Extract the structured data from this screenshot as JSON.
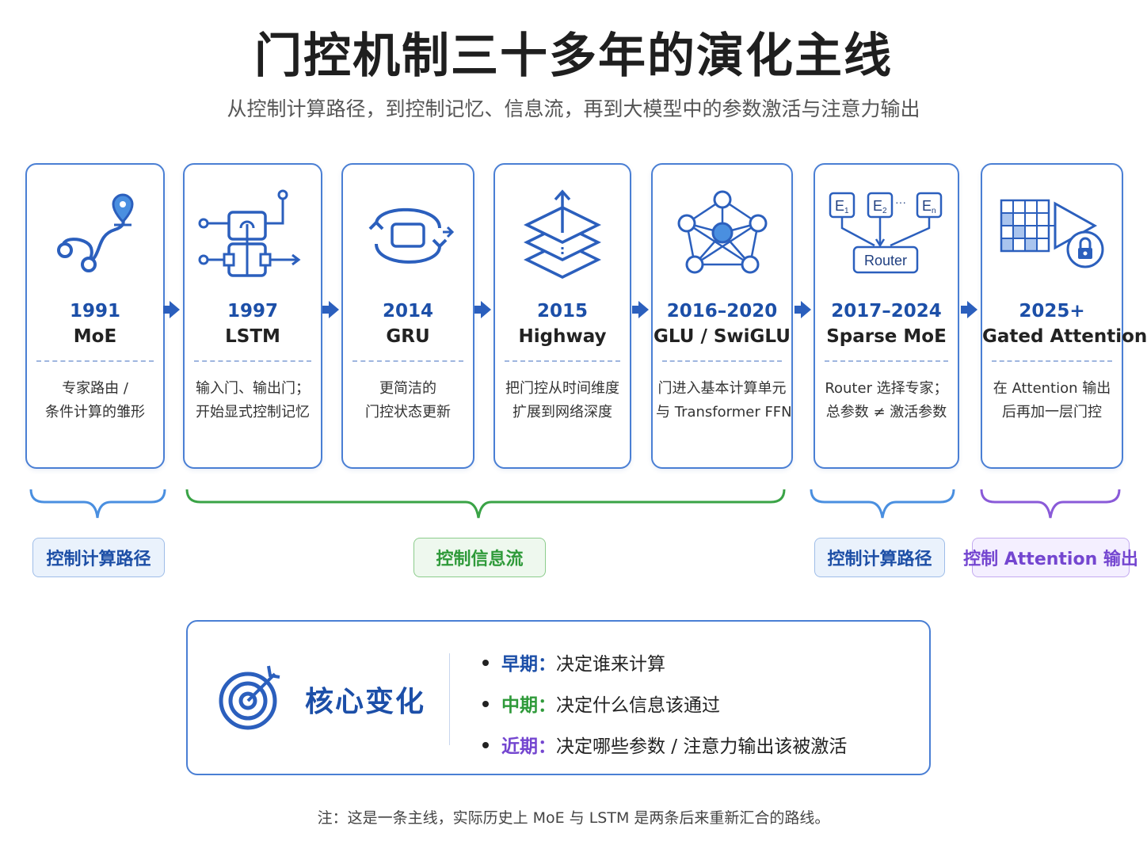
{
  "title": "门控机制三十多年的演化主线",
  "subtitle": "从控制计算路径，到控制记忆、信息流，再到大模型中的参数激活与注意力输出",
  "cards": [
    {
      "year": "1991",
      "name": "MoE",
      "desc": [
        "专家路由 /",
        "条件计算的雏形"
      ],
      "icon": "route-pin-icon"
    },
    {
      "year": "1997",
      "name": "LSTM",
      "desc": [
        "输入门、输出门；",
        "开始显式控制记忆"
      ],
      "icon": "gate-circuit-icon"
    },
    {
      "year": "2014",
      "name": "GRU",
      "desc": [
        "更简洁的",
        "门控状态更新"
      ],
      "icon": "cycle-update-icon"
    },
    {
      "year": "2015",
      "name": "Highway",
      "desc": [
        "把门控从时间维度",
        "扩展到网络深度"
      ],
      "icon": "stacked-layers-icon"
    },
    {
      "year": "2016–2020",
      "name": "GLU / SwiGLU",
      "desc": [
        "门进入基本计算单元",
        "与 Transformer FFN"
      ],
      "icon": "network-graph-icon"
    },
    {
      "year": "2017–2024",
      "name": "Sparse MoE",
      "desc": [
        "Router 选择专家；",
        "总参数 ≠ 激活参数"
      ],
      "icon": "router-experts-icon",
      "icon_labels": {
        "e1": "E",
        "e1_sub": "1",
        "e2": "E",
        "e2_sub": "2",
        "dots": "···",
        "en": "E",
        "en_sub": "n",
        "router": "Router"
      }
    },
    {
      "year": "2025+",
      "name": "Gated Attention",
      "desc": [
        "在 Attention 输出",
        "后再加一层门控"
      ],
      "icon": "attention-lock-icon"
    }
  ],
  "groups": [
    {
      "label": "控制计算路径",
      "color": "#4a8fe0",
      "style": "blue"
    },
    {
      "label": "控制信息流",
      "color": "#3aa346",
      "style": "green"
    },
    {
      "label": "控制计算路径",
      "color": "#4a8fe0",
      "style": "blue"
    },
    {
      "label": "控制 Attention 输出",
      "color": "#8a5ad8",
      "style": "purple"
    }
  ],
  "core": {
    "label": "核心变化",
    "items": [
      {
        "key": "早期：",
        "text": "决定谁来计算",
        "color": "#1c4fa8"
      },
      {
        "key": "中期：",
        "text": "决定什么信息该通过",
        "color": "#2f9a3a"
      },
      {
        "key": "近期：",
        "text": "决定哪些参数 / 注意力输出该被激活",
        "color": "#7446d0"
      }
    ]
  },
  "note": "注：这是一条主线，实际历史上 MoE 与 LSTM 是两条后来重新汇合的路线。",
  "colors": {
    "accent": "#2b5fbd",
    "border": "#4a7fd4"
  }
}
